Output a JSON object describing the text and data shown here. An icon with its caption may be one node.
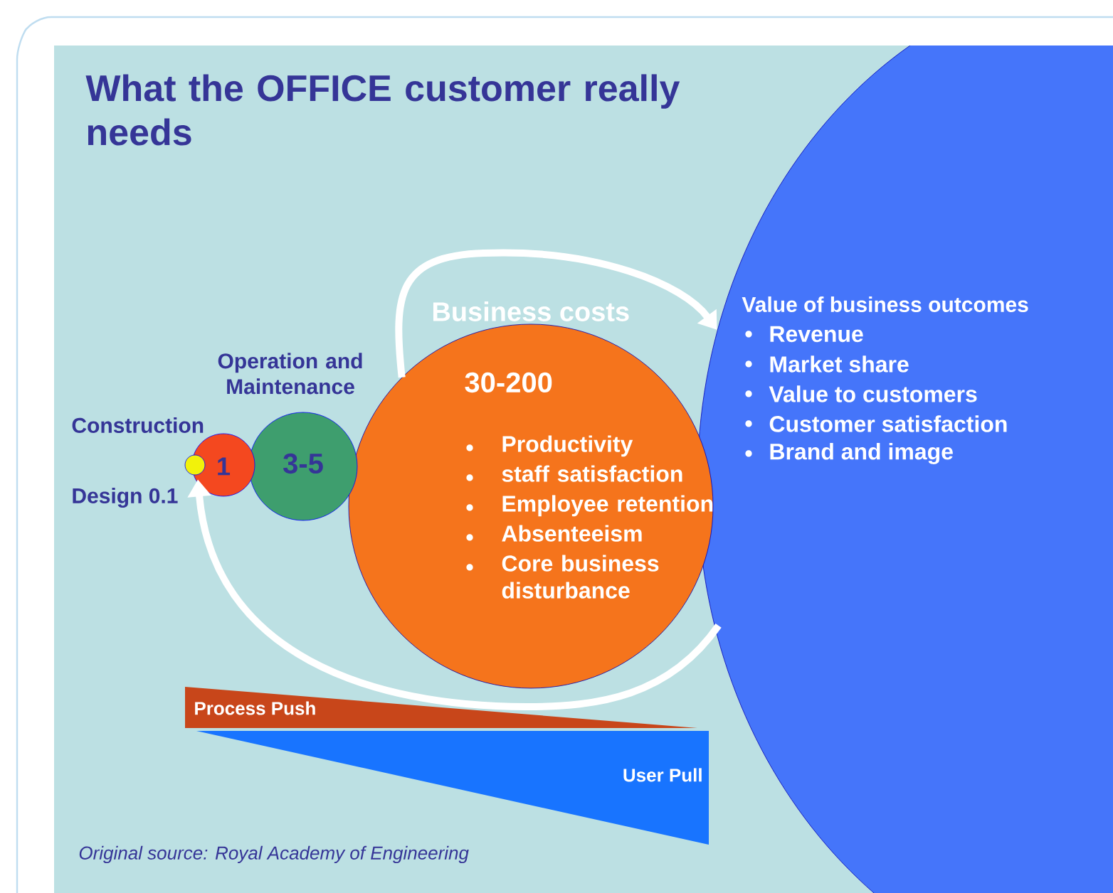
{
  "diagram": {
    "title": "What the OFFICE customer really needs",
    "caption": "Original source: Royal Academy of Engineering",
    "nodes": [
      {
        "text": [],
        "shape": "circle",
        "beside": [
          "Design  0.1"
        ]
      },
      {
        "text": [
          "1"
        ],
        "beside": [
          "Construction"
        ]
      },
      {
        "text": [
          "3-5"
        ]
      },
      {
        "text": [
          "Business costs",
          "30-200",
          "Productivity",
          "staff satisfaction",
          "Employee retention",
          "Absenteeism",
          "Core business disturbance"
        ]
      },
      {
        "text": [
          "Value of business outcomes",
          "Revenue",
          "Market share",
          "Value to customers",
          "Customer satisfaction",
          "Brand and image"
        ]
      },
      {
        "text": [
          "Process Push"
        ]
      },
      {
        "text": [
          "User Pull"
        ]
      }
    ],
    "edges": [
      {
        "from": 3,
        "to": 4,
        "arrow": "to"
      },
      {
        "from": 4,
        "to": 0,
        "arrow": "to"
      }
    ],
    "labels": [
      "Operation and Maintenance"
    ]
  }
}
